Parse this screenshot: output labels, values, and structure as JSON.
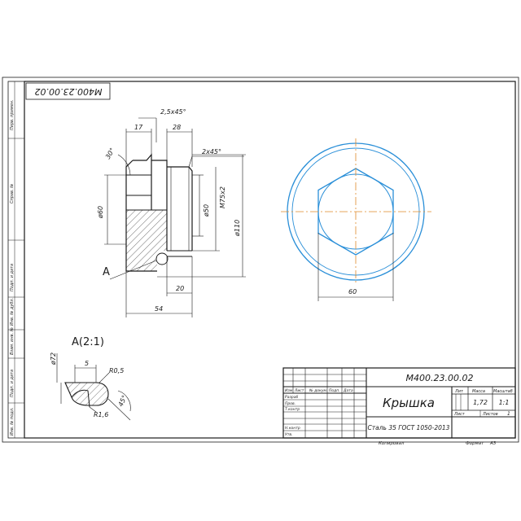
{
  "stamp": {
    "designation": "М400.23.00.02",
    "designation_rotated": "М400.23.00.02",
    "part_name": "Крышка",
    "material": "Сталь 35 ГОСТ 1050-2013",
    "col_lit": "Лит",
    "col_mass": "Масса",
    "col_scale": "Масштаб",
    "mass_value": "1,72",
    "scale_value": "1:1",
    "sheet_label": "Лист",
    "sheets_label": "Листов",
    "sheets_value": "1",
    "row_izm": "Изм",
    "row_list": "Лист",
    "row_doc": "№ докум.",
    "row_sign": "Подп.",
    "row_date": "Дата",
    "row_razrab": "Разраб",
    "row_prov": "Пров.",
    "row_tkontr": "Т.контр",
    "row_nkontr": "Н.контр",
    "row_utv": "Утв.",
    "copied": "Копировал",
    "format_label": "Формат",
    "format_value": "А3"
  },
  "side_strip": [
    "Перв. примен.",
    "Справ. №",
    "Подп. и дата",
    "Инв. № дубл.",
    "Взам. инв. №",
    "Подп. и дата",
    "Инв. № подл."
  ],
  "dims": {
    "chamfer_top": "2,5x45°",
    "d17": "17",
    "d28": "28",
    "chamfer_inner": "2x45°",
    "angle30": "30°",
    "dia60": "ø60",
    "dia50": "ø50",
    "thread": "М75x2",
    "dia110": "ø110",
    "d20": "20",
    "d54": "54",
    "hex60": "60",
    "markA": "А",
    "detail_title": "А(2:1)",
    "dia72": "ø72",
    "d5": "5",
    "r05": "R0,5",
    "r16": "R1,6",
    "angle45": "45°"
  },
  "colors": {
    "line": "#1a1a1a",
    "blue": "#2a8fd8",
    "axis": "#e08a2a"
  }
}
